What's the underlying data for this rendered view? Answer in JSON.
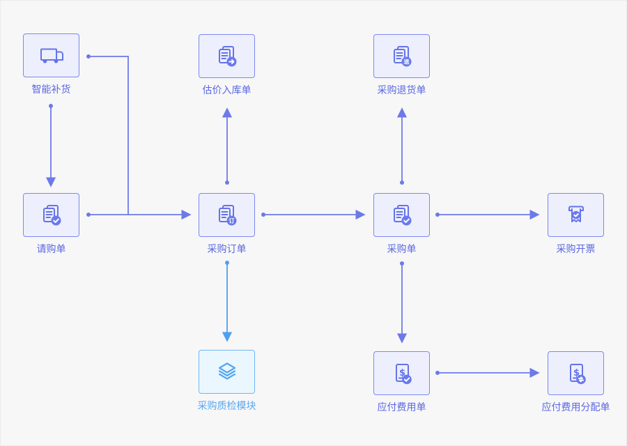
{
  "page": {
    "background": "#f7f7f8",
    "type": "procurement-flow-diagram"
  },
  "colors": {
    "page-bg": "#f7f7f8",
    "node-border": "#7c88ee",
    "node-bg": "#edeffc",
    "icon": "#6473e8",
    "badge": "#6b79ea",
    "label": "#5a68e0",
    "edge": "#6d79e8",
    "qc-border": "#6db6f3",
    "qc-bg": "#ebf7fe",
    "qc-icon": "#54a7f0",
    "qc-label": "#58a8f0",
    "qc-edge": "#4da0ee"
  },
  "nodes": [
    {
      "id": "smart-replenishment",
      "label": "智能补货",
      "icon": "truck-icon"
    },
    {
      "id": "estimated-inbound-order",
      "label": "估价入库单",
      "icon": "document-arrow-icon"
    },
    {
      "id": "purchase-return-order",
      "label": "采购退货单",
      "icon": "document-return-icon"
    },
    {
      "id": "purchase-requisition",
      "label": "请购单",
      "icon": "document-check-icon"
    },
    {
      "id": "purchase-order",
      "label": "采购订单",
      "icon": "document-order-icon"
    },
    {
      "id": "purchase-receipt",
      "label": "采购单",
      "icon": "document-check-icon"
    },
    {
      "id": "purchase-invoicing",
      "label": "采购开票",
      "icon": "invoice-check-icon"
    },
    {
      "id": "purchase-qc-module",
      "label": "采购质检模块",
      "icon": "layers-icon"
    },
    {
      "id": "payable-expense-bill",
      "label": "应付费用单",
      "icon": "bill-check-icon"
    },
    {
      "id": "payable-expense-allocation",
      "label": "应付费用分配单",
      "icon": "bill-allocation-icon"
    }
  ],
  "badges": {
    "order_char": "订",
    "return_char": "退",
    "dollar": "$"
  },
  "edges": [
    {
      "from": "智能补货",
      "to": "请购单"
    },
    {
      "from": "智能补货",
      "to": "采购订单"
    },
    {
      "from": "请购单",
      "to": "采购订单"
    },
    {
      "from": "采购订单",
      "to": "估价入库单"
    },
    {
      "from": "采购订单",
      "to": "采购单"
    },
    {
      "from": "采购订单",
      "to": "采购质检模块",
      "color": "qc"
    },
    {
      "from": "采购单",
      "to": "采购退货单"
    },
    {
      "from": "采购单",
      "to": "采购开票"
    },
    {
      "from": "采购单",
      "to": "应付费用单"
    },
    {
      "from": "应付费用单",
      "to": "应付费用分配单"
    }
  ]
}
